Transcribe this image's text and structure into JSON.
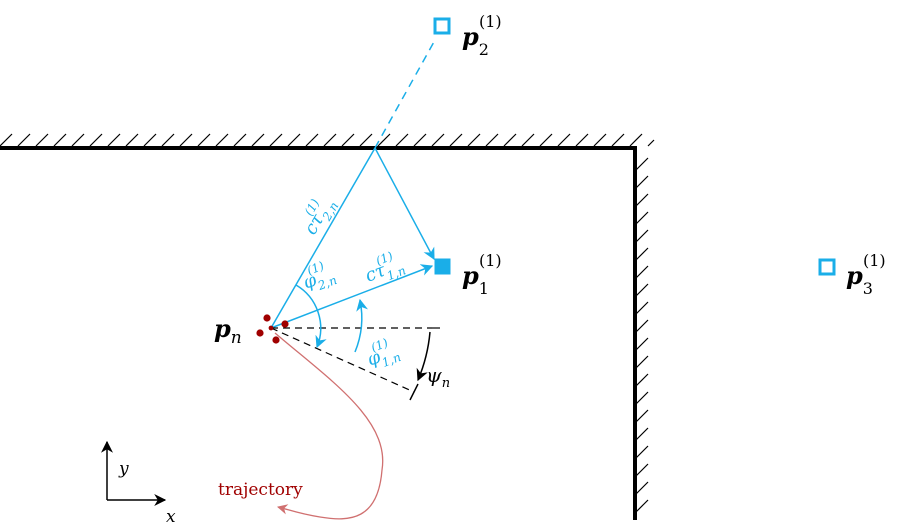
{
  "colors": {
    "wall": "#000000",
    "signal": "#1aaee8",
    "trajectory": "#d07070",
    "trajectory_label": "#a00000",
    "agent_dots": "#a00000",
    "axis": "#000000"
  },
  "labels": {
    "p2_main": "p",
    "p2_sub": "2",
    "p2_sup": "(1)",
    "p1_main": "p",
    "p1_sub": "1",
    "p1_sup": "(1)",
    "p3_main": "p",
    "p3_sub": "3",
    "p3_sup": "(1)",
    "pn_main": "p",
    "pn_sub": "n",
    "ctau2_c": "cτ",
    "ctau2_sub": "2,n",
    "ctau2_sup": "(1)",
    "ctau1_c": "cτ",
    "ctau1_sub": "1,n",
    "ctau1_sup": "(1)",
    "phi2_main": "φ",
    "phi2_sub": "2,n",
    "phi2_sup": "(1)",
    "phi1_main": "φ",
    "phi1_sub": "1,n",
    "phi1_sup": "(1)",
    "psi_main": "ψ",
    "psi_sub": "n",
    "trajectory": "trajectory",
    "axis_y": "y",
    "axis_x": "x"
  }
}
